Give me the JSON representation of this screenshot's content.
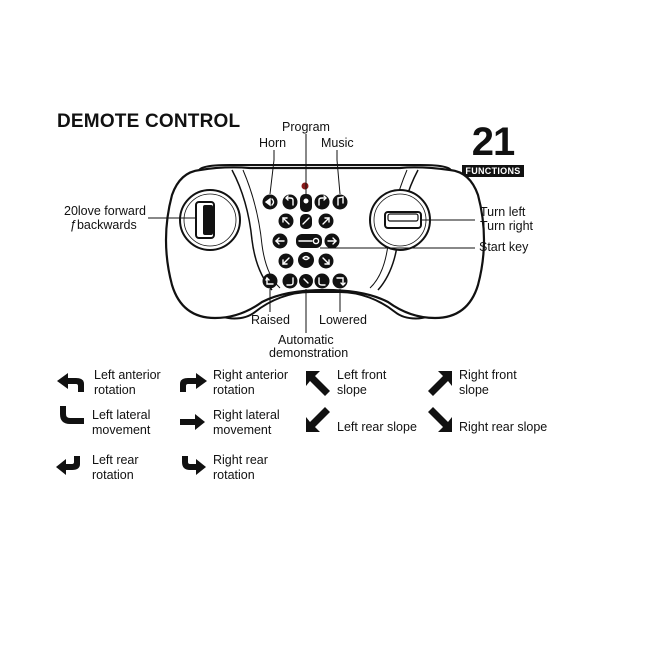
{
  "title": "DEMOTE CONTROL",
  "badge": {
    "number": "21",
    "text": "FUNCTIONS"
  },
  "labels": {
    "program": "Program",
    "horn": "Horn",
    "music": "Music",
    "forward_backward_1": "20love forward",
    "forward_backward_2": "ƒbackwards",
    "turn_left": "Turn left",
    "turn_right": "Turn right",
    "start_key": "Start key",
    "raised": "Raised",
    "lowered": "Lowered",
    "auto_demo_1": "Automatic",
    "auto_demo_2": "demonstration"
  },
  "legend": [
    {
      "line1": "Left anterior",
      "line2": "rotation",
      "icon": "curved-arrow-up-left"
    },
    {
      "line1": "Right anterior",
      "line2": "rotation",
      "icon": "curved-arrow-up-right"
    },
    {
      "line1": "Left front",
      "line2": "slope",
      "icon": "diagonal-arrow-up-left"
    },
    {
      "line1": "Right front",
      "line2": "slope",
      "icon": "diagonal-arrow-up-right"
    },
    {
      "line1": "Left lateral",
      "line2": "movement",
      "icon": "curved-arrow-left-lateral"
    },
    {
      "line1": "Right lateral",
      "line2": "movement",
      "icon": "arrow-right"
    },
    {
      "line1": "Left rear slope",
      "line2": "",
      "icon": "diagonal-arrow-down-left"
    },
    {
      "line1": "Right rear slope",
      "line2": "",
      "icon": "diagonal-arrow-down-right"
    },
    {
      "line1": "Left rear",
      "line2": "rotation",
      "icon": "curved-arrow-down-left"
    },
    {
      "line1": "Right rear",
      "line2": "rotation",
      "icon": "curved-arrow-down-right"
    }
  ],
  "colors": {
    "ink": "#111111",
    "indicator": "#8b1a1a"
  }
}
